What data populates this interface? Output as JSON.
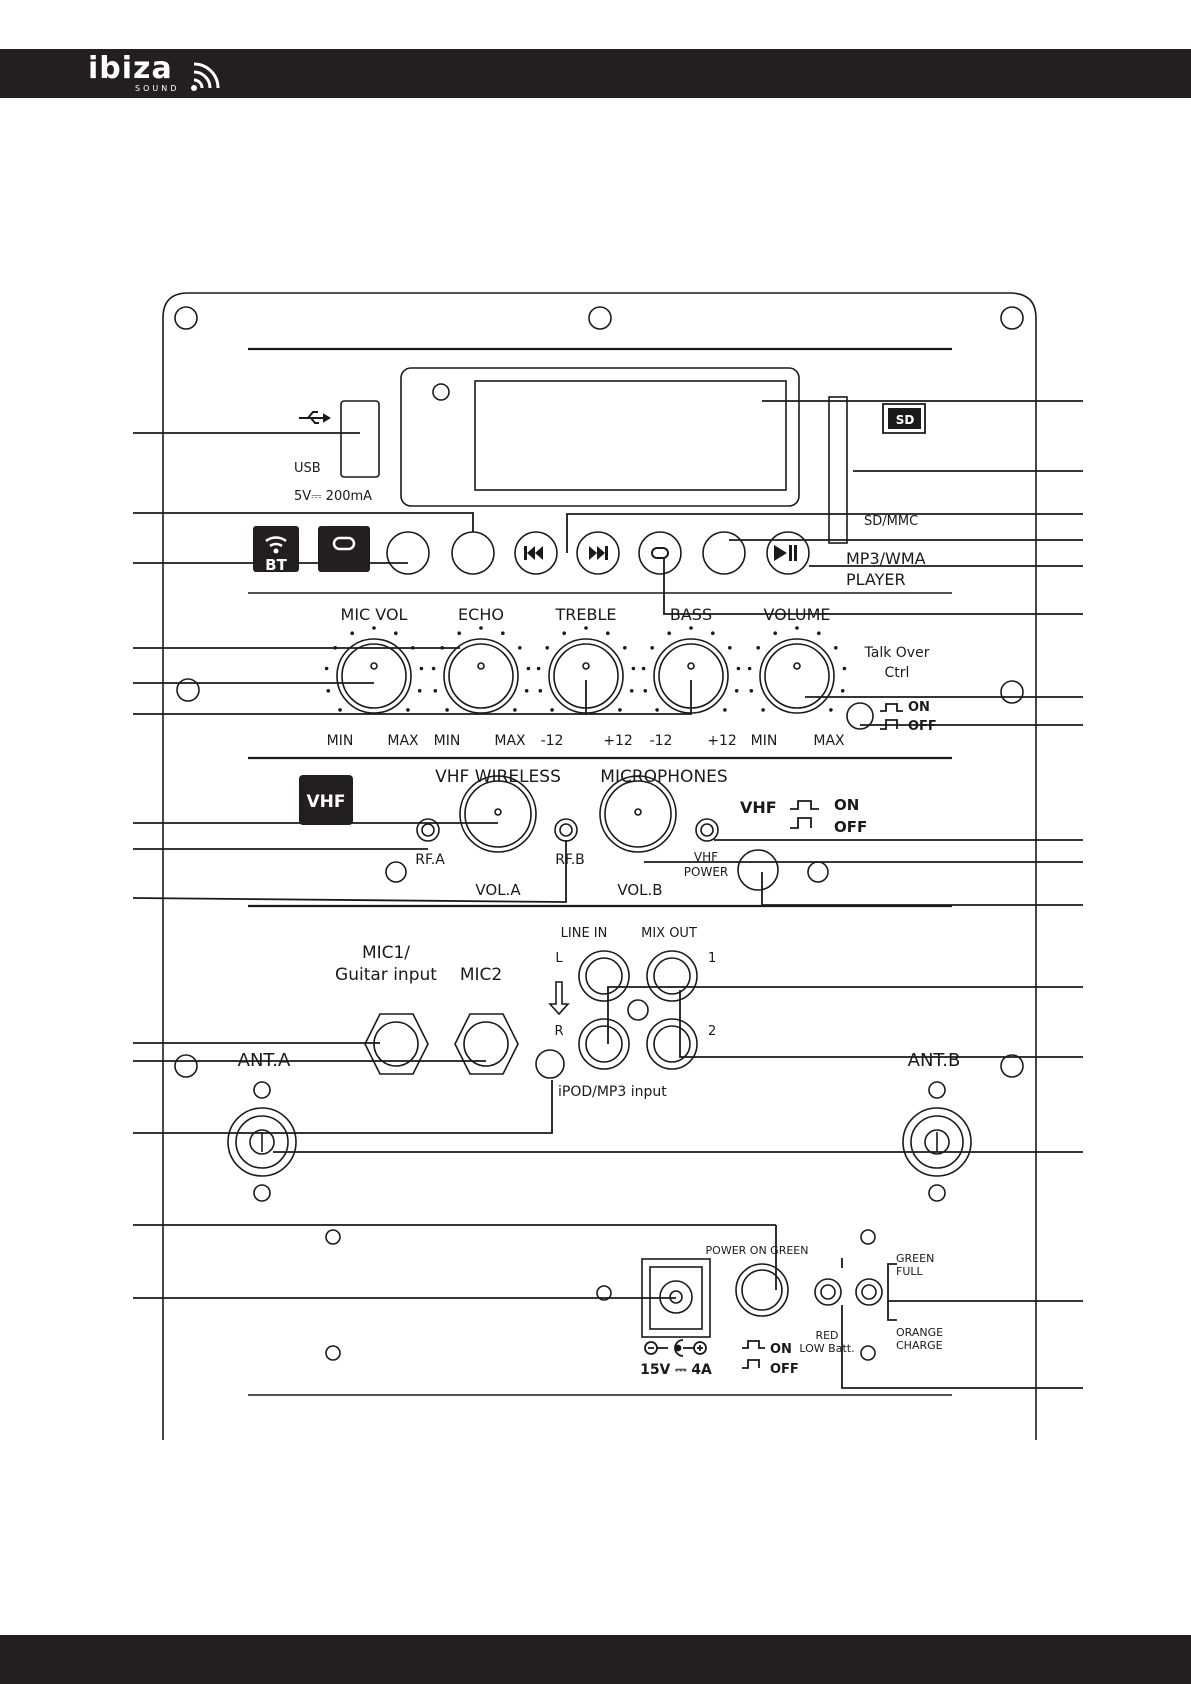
{
  "header": {
    "logo_text": "ibiza",
    "logo_sub": "SOUND"
  },
  "colors": {
    "bar": "#231f20",
    "ink": "#1a1a1a",
    "background": "#ffffff"
  },
  "labels": {
    "usb": "USB",
    "usb_rating": "5V⎓ 200mA",
    "sd_badge": "SD",
    "sd_mmc": "SD/MMC",
    "mp3_line1": "MP3/WMA",
    "mp3_line2": "PLAYER",
    "bt": "BT",
    "mic_vol": "MIC VOL",
    "echo": "ECHO",
    "treble": "TREBLE",
    "bass": "BASS",
    "volume": "VOLUME",
    "talk_over_1": "Talk Over",
    "talk_over_2": "Ctrl",
    "on": "ON",
    "off": "OFF",
    "min": "MIN",
    "max": "MAX",
    "minus12": "-12",
    "plus12": "+12",
    "vhf_badge": "VHF",
    "vhf_wireless": "VHF WIRELESS",
    "microphones": "MICROPHONES",
    "vhf": "VHF",
    "rfa": "RF.A",
    "rfb": "RF.B",
    "vola": "VOL.A",
    "volb": "VOL.B",
    "vhf_power_1": "VHF",
    "vhf_power_2": "POWER",
    "mic1_line1": "MIC1/",
    "mic1_line2": "Guitar input",
    "mic2": "MIC2",
    "line_in": "LINE IN",
    "mix_out": "MIX OUT",
    "l": "L",
    "r": "R",
    "one": "1",
    "two": "2",
    "ant_a": "ANT.A",
    "ant_b": "ANT.B",
    "ipod": "iPOD/MP3 input",
    "power_on_green": "POWER ON GREEN",
    "green": "GREEN",
    "full": "FULL",
    "orange": "ORANGE",
    "charge": "CHARGE",
    "red": "RED",
    "low_batt": "LOW Batt.",
    "dc_rating": "15V ⎓ 4A"
  }
}
